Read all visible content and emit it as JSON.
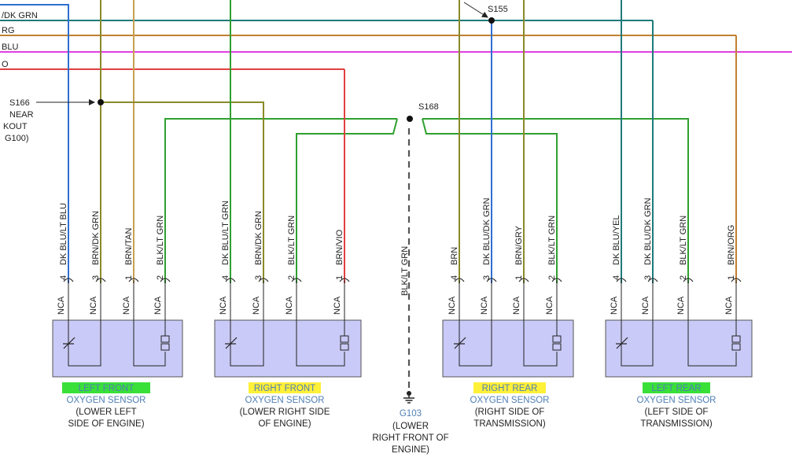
{
  "diagram": {
    "left_labels": [
      "/DK GRN",
      "RG",
      "BLU",
      "O"
    ],
    "splices": {
      "s155": "S155",
      "s166": {
        "id": "S166",
        "note": [
          "NEAR",
          "KOUT",
          "G100)"
        ]
      },
      "s168": "S168"
    },
    "nca": "NCA",
    "sensors": [
      {
        "highlight_label": "LEFT FRONT",
        "title": "OXYGEN SENSOR",
        "location": [
          "(LOWER LEFT",
          "SIDE OF ENGINE)"
        ],
        "highlight_color": "#22dd22",
        "pins": [
          {
            "num": "4",
            "wire": "DK BLU/LT BLU"
          },
          {
            "num": "3",
            "wire": "BRN/DK GRN"
          },
          {
            "num": "1",
            "wire": "BRN/TAN"
          },
          {
            "num": "2",
            "wire": "BLK/LT GRN"
          }
        ]
      },
      {
        "highlight_label": "RIGHT FRONT",
        "title": "OXYGEN SENSOR",
        "location": [
          "(LOWER RIGHT SIDE",
          "OF ENGINE)"
        ],
        "highlight_color": "#ffee22",
        "pins": [
          {
            "num": "4",
            "wire": "DK BLU/LT GRN"
          },
          {
            "num": "3",
            "wire": "BRN/DK GRN"
          },
          {
            "num": "2",
            "wire": "BLK/LT GRN"
          },
          {
            "num": "1",
            "wire": "BRN/VIO"
          }
        ]
      },
      {
        "highlight_label": "RIGHT REAR",
        "title": "OXYGEN SENSOR",
        "location": [
          "(RIGHT SIDE OF",
          "TRANSMISSION)"
        ],
        "highlight_color": "#ffee22",
        "pins": [
          {
            "num": "4",
            "wire": "BRN"
          },
          {
            "num": "3",
            "wire": "DK BLU/DK GRN"
          },
          {
            "num": "1",
            "wire": "BRN/GRY"
          },
          {
            "num": "2",
            "wire": "BLK/LT GRN"
          }
        ]
      },
      {
        "highlight_label": "LEFT REAR",
        "title": "OXYGEN SENSOR",
        "location": [
          "(LEFT SIDE OF",
          "TRANSMISSION)"
        ],
        "highlight_color": "#22dd22",
        "pins": [
          {
            "num": "4",
            "wire": "DK BLU/YEL"
          },
          {
            "num": "3",
            "wire": "DK BLU/DK GRN"
          },
          {
            "num": "2",
            "wire": "BLK/LT GRN"
          },
          {
            "num": "1",
            "wire": "BRN/ORG"
          }
        ]
      }
    ],
    "ground": {
      "wire": "BLK/LT GRN",
      "id": "G103",
      "location": [
        "(LOWER",
        "RIGHT FRONT OF",
        "ENGINE)"
      ]
    },
    "wire_colors": {
      "blue": "#2f6fd0",
      "olive": "#8a8a2a",
      "tan": "#c8a050",
      "green": "#2fa02f",
      "orange": "#c08030",
      "magenta": "#e040e0",
      "red": "#e04040",
      "teal": "#1f7a7a",
      "brown": "#b08040",
      "box_fill": "#cacaf8"
    }
  }
}
